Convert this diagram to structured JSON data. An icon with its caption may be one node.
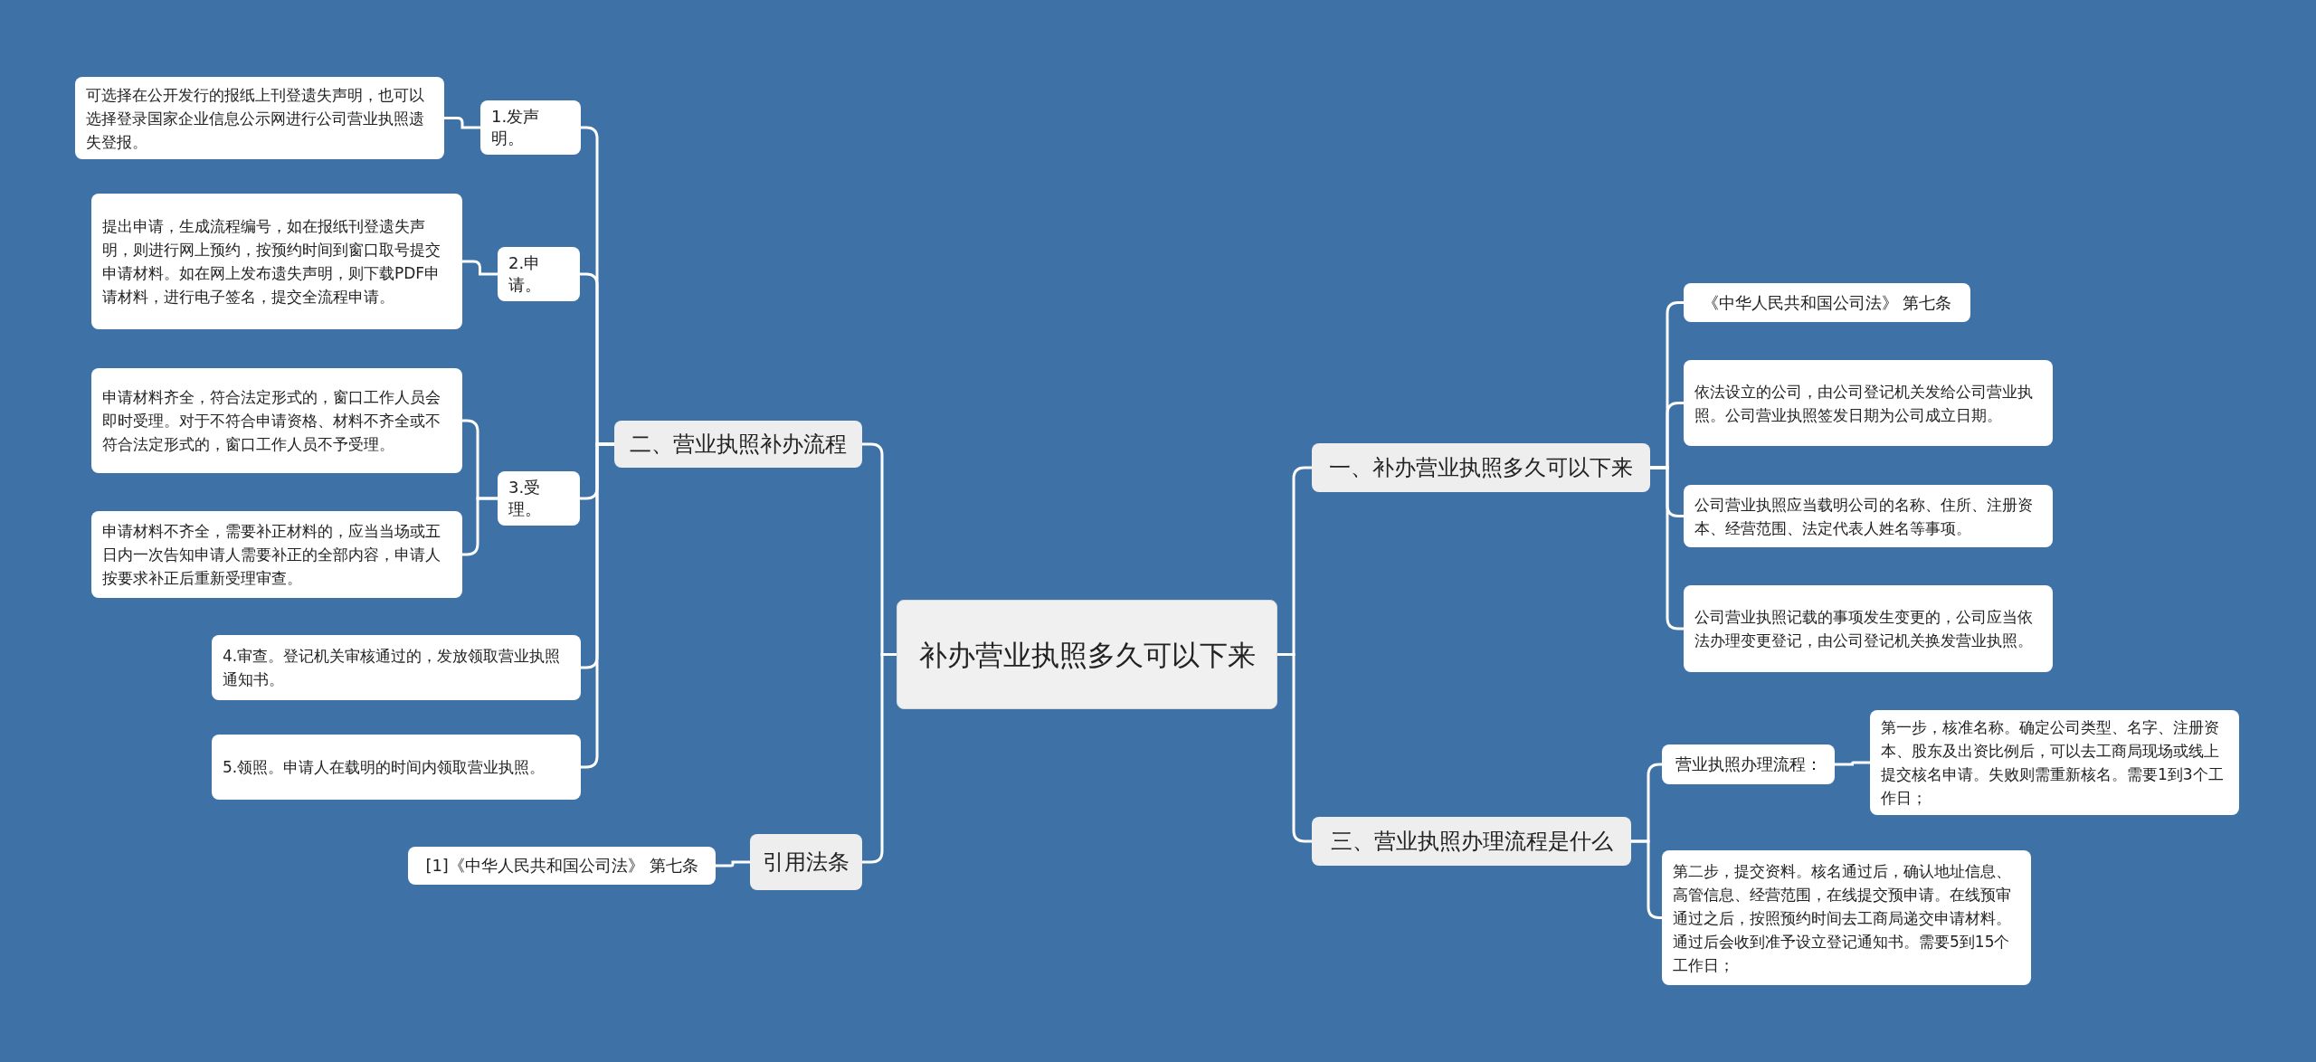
{
  "diagram": {
    "nodes": [
      {
        "text": [
          "补办营业执照多久可以下来"
        ]
      },
      {
        "text": [
          "二、营业执照补办流程"
        ]
      },
      {
        "text": [
          "1.发声明。"
        ]
      },
      {
        "text": [
          "可选择在公开发行的报纸上刊登遗失声明，也可以选择登录国家企业信息公示网进行公司营业执照遗失登报。"
        ]
      },
      {
        "text": [
          "2.申请。"
        ]
      },
      {
        "text": [
          "提出申请，生成流程编号，如在报纸刊登遗失声明，则进行网上预约，按预约时间到窗口取号提交申请材料。如在网上发布遗失声明，则下载PDF申请材料，进行电子签名，提交全流程申请。"
        ]
      },
      {
        "text": [
          "3.受理。"
        ]
      },
      {
        "text": [
          "申请材料齐全，符合法定形式的，窗口工作人员会即时受理。对于不符合申请资格、材料不齐全或不符合法定形式的，窗口工作人员不予受理。"
        ]
      },
      {
        "text": [
          "申请材料不齐全，需要补正材料的，应当当场或五日内一次告知申请人需要补正的全部内容，申请人按要求补正后重新受理审查。"
        ]
      },
      {
        "text": [
          "4.审查。登记机关审核通过的，发放领取营业执照通知书。"
        ]
      },
      {
        "text": [
          "5.领照。申请人在载明的时间内领取营业执照。"
        ]
      },
      {
        "text": [
          "引用法条"
        ]
      },
      {
        "text": [
          "[1]《中华人民共和国公司法》 第七条"
        ]
      },
      {
        "text": [
          "一、补办营业执照多久可以下来"
        ]
      },
      {
        "text": [
          "《中华人民共和国公司法》 第七条"
        ]
      },
      {
        "text": [
          "依法设立的公司，由公司登记机关发给公司营业执照。公司营业执照签发日期为公司成立日期。"
        ]
      },
      {
        "text": [
          "公司营业执照应当载明公司的名称、住所、注册资本、经营范围、法定代表人姓名等事项。"
        ]
      },
      {
        "text": [
          "公司营业执照记载的事项发生变更的，公司应当依法办理变更登记，由公司登记机关换发营业执照。"
        ]
      },
      {
        "text": [
          "三、营业执照办理流程是什么"
        ]
      },
      {
        "text": [
          "营业执照办理流程："
        ]
      },
      {
        "text": [
          "第一步，核准名称。确定公司类型、名字、注册资本、股东及出资比例后，可以去工商局现场或线上提交核名申请。失败则需重新核名。需要1到3个工作日；"
        ]
      },
      {
        "text": [
          "第二步，提交资料。核名通过后，确认地址信息、高管信息、经营范围，在线提交预申请。在线预审通过之后，按照预约时间去工商局递交申请材料。通过后会收到准予设立登记通知书。需要5到15个工作日；"
        ]
      }
    ],
    "edges": [
      {
        "from": 0,
        "to": 1,
        "arrow": "none"
      },
      {
        "from": 1,
        "to": 2,
        "arrow": "none"
      },
      {
        "from": 2,
        "to": 3,
        "arrow": "none"
      },
      {
        "from": 1,
        "to": 4,
        "arrow": "none"
      },
      {
        "from": 4,
        "to": 5,
        "arrow": "none"
      },
      {
        "from": 1,
        "to": 6,
        "arrow": "none"
      },
      {
        "from": 6,
        "to": 7,
        "arrow": "none"
      },
      {
        "from": 6,
        "to": 8,
        "arrow": "none"
      },
      {
        "from": 1,
        "to": 9,
        "arrow": "none"
      },
      {
        "from": 1,
        "to": 10,
        "arrow": "none"
      },
      {
        "from": 0,
        "to": 11,
        "arrow": "none"
      },
      {
        "from": 11,
        "to": 12,
        "arrow": "none"
      },
      {
        "from": 0,
        "to": 13,
        "arrow": "none"
      },
      {
        "from": 13,
        "to": 14,
        "arrow": "none"
      },
      {
        "from": 13,
        "to": 15,
        "arrow": "none"
      },
      {
        "from": 13,
        "to": 16,
        "arrow": "none"
      },
      {
        "from": 13,
        "to": 17,
        "arrow": "none"
      },
      {
        "from": 0,
        "to": 18,
        "arrow": "none"
      },
      {
        "from": 18,
        "to": 19,
        "arrow": "none"
      },
      {
        "from": 19,
        "to": 20,
        "arrow": "none"
      },
      {
        "from": 18,
        "to": 21,
        "arrow": "none"
      }
    ]
  }
}
